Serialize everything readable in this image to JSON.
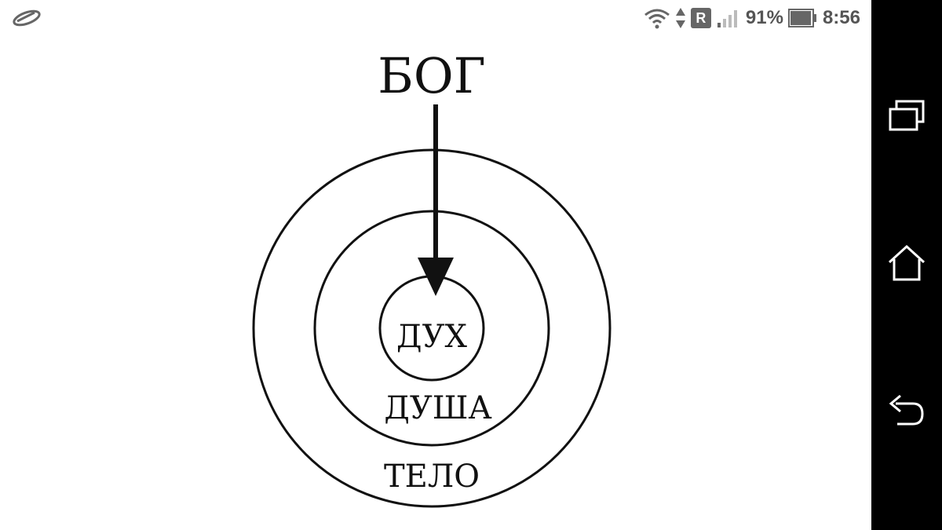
{
  "status_bar": {
    "left_icon": "app-notification-icon",
    "wifi_icon": "wifi-icon",
    "data_arrows_icon": "data-transfer-icon",
    "roaming_badge": "R",
    "signal_icon": "signal-icon",
    "battery_percent": "91%",
    "battery_icon": "battery-icon",
    "time": "8:56"
  },
  "diagram": {
    "top_label": "БОГ",
    "inner_label": "ДУХ",
    "middle_label": "ДУША",
    "outer_label": "ТЕЛО"
  },
  "nav_bar": {
    "recents_icon": "recents-icon",
    "home_icon": "home-icon",
    "back_icon": "back-icon"
  },
  "colors": {
    "nav_background": "#000000",
    "page_background": "#ffffff",
    "status_icons": "#555555"
  }
}
